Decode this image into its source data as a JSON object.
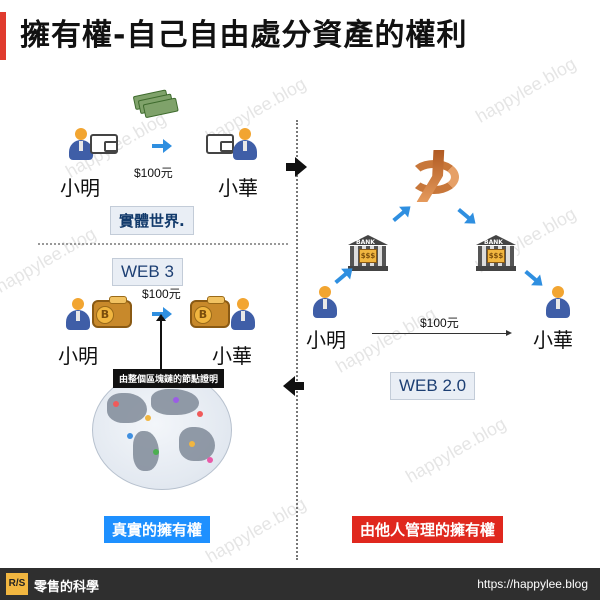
{
  "title": "擁有權-自己自由處分資產的權利",
  "colors": {
    "accent": "#e03b2e",
    "blue": "#2f8fe0",
    "web3_banner": "#1e90ff",
    "web2_banner": "#e0281e",
    "footer": "#2f2f2f"
  },
  "watermark": "happylee.blog",
  "real_world": {
    "sender": "小明",
    "receiver": "小華",
    "amount": "$100元",
    "label": "實體世界."
  },
  "web3": {
    "label": "WEB 3",
    "amount": "$100元",
    "sender": "小明",
    "receiver": "小華",
    "callout": "由整個區塊鏈的節點證明",
    "banner": "真實的擁有權"
  },
  "web2": {
    "sender": "小明",
    "receiver": "小華",
    "amount": "$100元",
    "label": "WEB 2.0",
    "bank_sign": "BANK",
    "bank_symbol": "$$$",
    "banner": "由他人管理的擁有權"
  },
  "footer": {
    "logo": "R/S",
    "brand": "零售的科學",
    "url": "https://happylee.blog"
  },
  "icons": [
    "person-icon",
    "wallet-icon",
    "gold-wallet-icon",
    "money-icon",
    "bank-icon",
    "coinbase-icon",
    "globe-icon",
    "arrow-icon"
  ]
}
